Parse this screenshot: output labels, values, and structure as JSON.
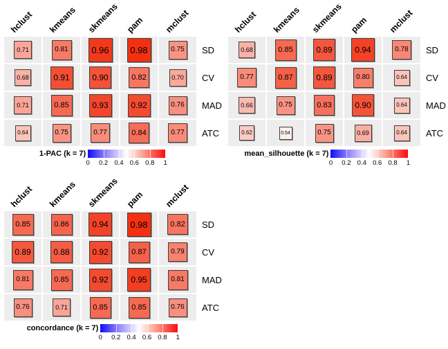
{
  "legend_ticks": [
    "0",
    "0.2",
    "0.4",
    "0.6",
    "0.8",
    "1"
  ],
  "colors": {
    "cell_bg": "#ededed",
    "scale_low": "#0000ff",
    "scale_mid": "#ffffff",
    "scale_high": "#ff0000",
    "square_border": "#3c3c3c",
    "text": "#000000"
  },
  "chart_data": [
    {
      "type": "heatmap",
      "title": "1-PAC (k = 7)",
      "columns": [
        "hclust",
        "kmeans",
        "skmeans",
        "pam",
        "mclust"
      ],
      "rows": [
        "SD",
        "CV",
        "MAD",
        "ATC"
      ],
      "values": [
        [
          0.71,
          0.81,
          0.96,
          0.98,
          0.75
        ],
        [
          0.68,
          0.91,
          0.9,
          0.82,
          0.7
        ],
        [
          0.71,
          0.85,
          0.93,
          0.92,
          0.76
        ],
        [
          0.64,
          0.75,
          0.77,
          0.84,
          0.77
        ]
      ],
      "colorscale": {
        "0": "blue",
        "0.5": "white",
        "1": "red"
      },
      "legend_ticks": [
        0,
        0.2,
        0.4,
        0.6,
        0.8,
        1
      ],
      "note": "square size and fill scale with value"
    },
    {
      "type": "heatmap",
      "title": "mean_silhouette (k = 7)",
      "columns": [
        "hclust",
        "kmeans",
        "skmeans",
        "pam",
        "mclust"
      ],
      "rows": [
        "SD",
        "CV",
        "MAD",
        "ATC"
      ],
      "values": [
        [
          0.68,
          0.85,
          0.89,
          0.94,
          0.78
        ],
        [
          0.77,
          0.87,
          0.89,
          0.8,
          0.64
        ],
        [
          0.66,
          0.75,
          0.83,
          0.9,
          0.64
        ],
        [
          0.62,
          0.54,
          0.75,
          0.69,
          0.64
        ]
      ],
      "colorscale": {
        "0": "blue",
        "0.5": "white",
        "1": "red"
      },
      "legend_ticks": [
        0,
        0.2,
        0.4,
        0.6,
        0.8,
        1
      ],
      "note": "square size and fill scale with value"
    },
    {
      "type": "heatmap",
      "title": "concordance (k = 7)",
      "columns": [
        "hclust",
        "kmeans",
        "skmeans",
        "pam",
        "mclust"
      ],
      "rows": [
        "SD",
        "CV",
        "MAD",
        "ATC"
      ],
      "values": [
        [
          0.85,
          0.86,
          0.94,
          0.98,
          0.82
        ],
        [
          0.89,
          0.88,
          0.92,
          0.87,
          0.79
        ],
        [
          0.81,
          0.85,
          0.92,
          0.95,
          0.81
        ],
        [
          0.76,
          0.71,
          0.85,
          0.85,
          0.76
        ]
      ],
      "colorscale": {
        "0": "blue",
        "0.5": "white",
        "1": "red"
      },
      "legend_ticks": [
        0,
        0.2,
        0.4,
        0.6,
        0.8,
        1
      ],
      "note": "square size and fill scale with value"
    }
  ]
}
